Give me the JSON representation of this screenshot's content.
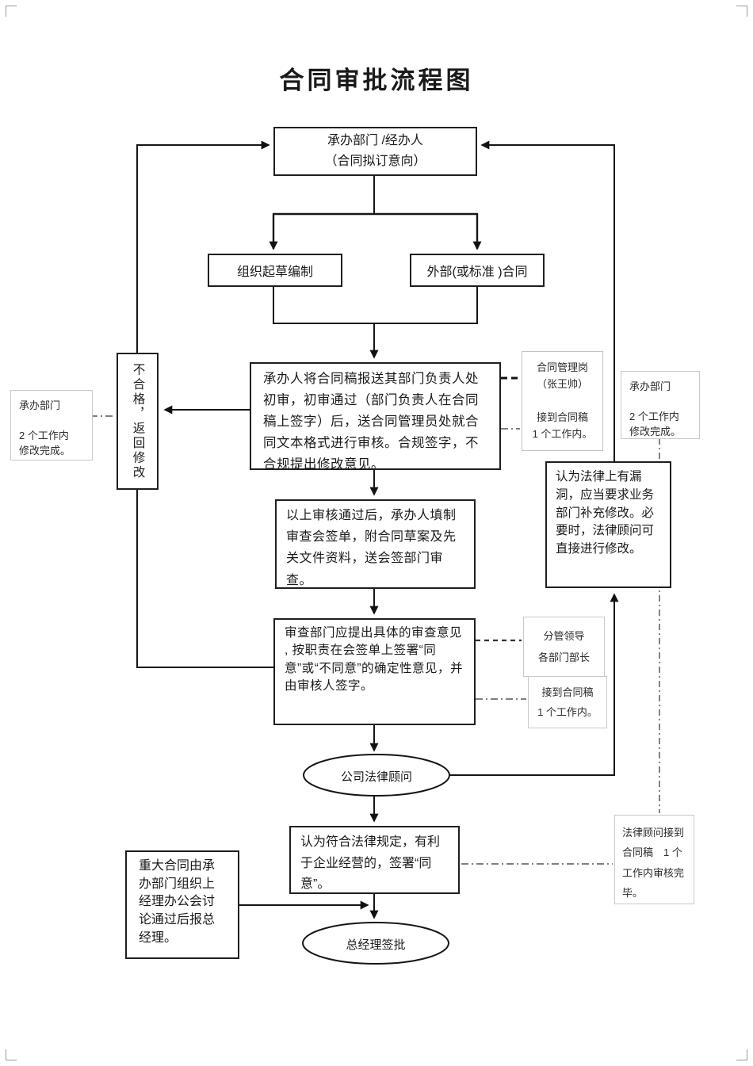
{
  "title": "合同审批流程图",
  "nodes": {
    "start": "承办部门 /经办人\n（合同拟订意向）",
    "draft": "组织起草编制",
    "external": "外部(或标准 )合同",
    "initial_review": "承办人将合同稿报送其部门负责人处初审，初审通过（部门负责人在合同稿上签字）后，送合同管理员处就合同文本格式进行审核。合规签字，不合规提出修改意见。",
    "countersign": "以上审核通过后，承办人填制审查会签单，附合同草案及先关文件资料，送会签部门审查。",
    "examine": "审查部门应提出具体的审查意见 , 按职责在会签单上签署“同意”或“不同意”的确定性意见，并由审核人签字。",
    "reject": "不合格，返回修改",
    "legal_flaw": "认为法律上有漏洞，应当要求业务部门补充修改。必要时，法律顾问可直接进行修改。",
    "legal_counsel": "公司法律顾问",
    "agree": "认为符合法律规定，有利于企业经营的，签署“同意”。",
    "major_contract": "重大合同由承办部门组织上经理办公会讨论通过后报总经理。",
    "gm_sign": "总经理签批"
  },
  "notes": {
    "manager": "合同管理岗\n（张王帅）\n\n接到合同稿\n1 个工作内。",
    "dept_right": "承办部门\n\n2 个工作内\n修改完成。",
    "dept_left": "承办部门\n\n2 个工作内\n修改完成。",
    "leaders_top": "分管领导\n各部门部长",
    "leaders_bottom": "接到合同稿\n1 个工作内。",
    "legal_done": "法律顾问接到合同稿　1 个工作内审核完毕。"
  },
  "colors": {
    "line": "#1a1a1a",
    "note_border": "#b5b5b5",
    "background": "#ffffff"
  }
}
